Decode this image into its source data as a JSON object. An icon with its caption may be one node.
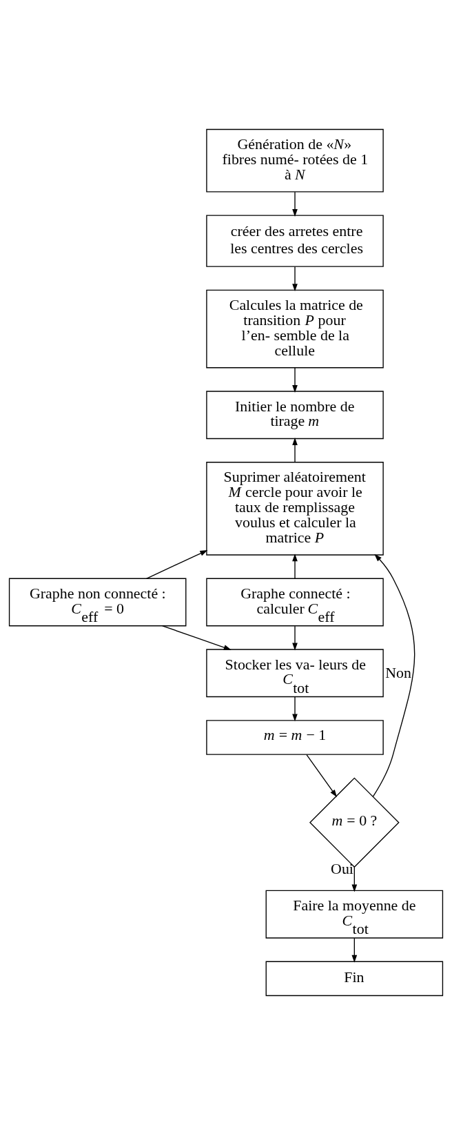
{
  "diagram": {
    "nodes": [
      {
        "text": [
          "Génération de «*N*» fibres numé- rotées de 1 à *N*"
        ]
      },
      {
        "text": [
          "créer des arretes entre les centres des cercles"
        ]
      },
      {
        "text": [
          "Calcules la matrice de transition *P* pour l’en- semble de la cellule"
        ]
      },
      {
        "text": [
          "Initier le nombre de tirage *m*"
        ]
      },
      {
        "text": [
          "Suprimer aléatoirement *M* cercle pour avoir le taux de remplissage voulus et calculer la matrice *P*"
        ]
      },
      {
        "text": [
          "Graphe non connecté : *C*$_{eff}$ = 0"
        ]
      },
      {
        "text": [
          "Graphe connecté : calculer *C*$_{eff}$"
        ]
      },
      {
        "text": [
          "Stocker les va- leurs de *C*$_{tot}$"
        ]
      },
      {
        "text": [
          "*m* = *m* − 1"
        ]
      },
      {
        "text": [
          "*m* = 0 ?"
        ]
      },
      {
        "text": [
          "Faire la moyenne de *C*$_{tot}$"
        ]
      },
      {
        "text": [
          "Fin"
        ]
      }
    ],
    "edges": [
      {
        "from": 0,
        "to": 1,
        "arrow": "to"
      },
      {
        "from": 1,
        "to": 2,
        "arrow": "to"
      },
      {
        "from": 2,
        "to": 3,
        "arrow": "to"
      },
      {
        "from": 4,
        "to": 3,
        "arrow": "to"
      },
      {
        "from": 5,
        "to": 4,
        "arrow": "to"
      },
      {
        "from": 6,
        "to": 4,
        "arrow": "to"
      },
      {
        "from": 5,
        "to": 7,
        "arrow": "to"
      },
      {
        "from": 6,
        "to": 7,
        "arrow": "to"
      },
      {
        "from": 7,
        "to": 8,
        "arrow": "to"
      },
      {
        "from": 8,
        "to": 9,
        "arrow": "to"
      },
      {
        "from": 9,
        "to": 4,
        "arrow": "to",
        "label": "Non"
      },
      {
        "from": 9,
        "to": 10,
        "arrow": "to",
        "label": "Oui"
      },
      {
        "from": 10,
        "to": 11,
        "arrow": "to"
      }
    ]
  }
}
